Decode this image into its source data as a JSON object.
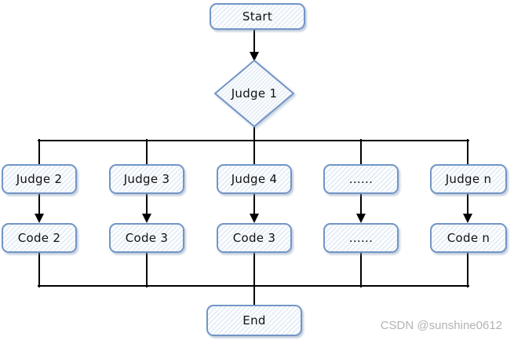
{
  "diagram": {
    "start": {
      "label": "Start"
    },
    "decision": {
      "label": "Judge 1"
    },
    "branches": [
      {
        "judge": "Judge 2",
        "code": "Code 2"
      },
      {
        "judge": "Judge 3",
        "code": "Code 3"
      },
      {
        "judge": "Judge 4",
        "code": "Code 3"
      },
      {
        "judge": "......",
        "code": "......"
      },
      {
        "judge": "Judge n",
        "code": "Code n"
      }
    ],
    "end": {
      "label": "End"
    },
    "colors": {
      "node_border": "#7295c6",
      "node_fill": "#fbfdff",
      "node_hatch": "#e2eaf4",
      "line": "#000000",
      "text": "#111111",
      "watermark": "#b3b3b3"
    }
  },
  "watermark": {
    "text": "CSDN @sunshine0612"
  }
}
